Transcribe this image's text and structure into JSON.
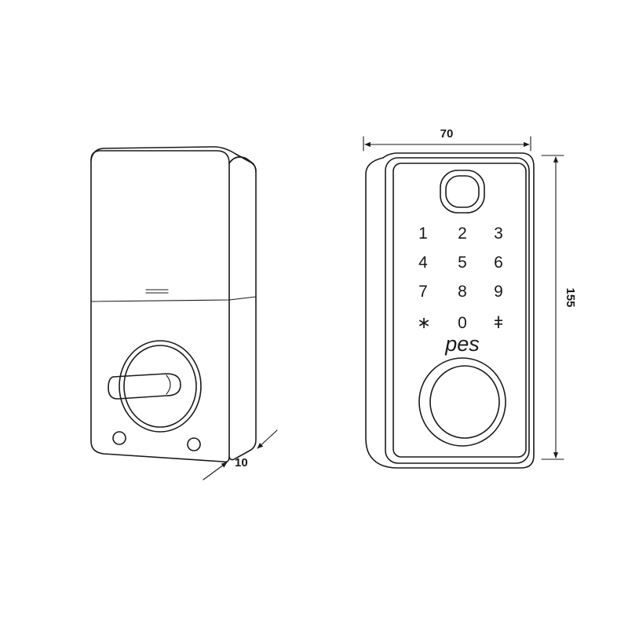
{
  "dimensions": {
    "width": "70",
    "height": "155",
    "depth": "10"
  },
  "brand": "pes",
  "keypad": {
    "row1": [
      "1",
      "2",
      "3"
    ],
    "row2": [
      "4",
      "5",
      "6"
    ],
    "row3": [
      "7",
      "8",
      "9"
    ],
    "row4": [
      "∗",
      "0",
      "ǂ"
    ]
  },
  "icons": {
    "fingerprint": "fingerprint-sensor-icon",
    "knob": "thumb-turn-icon",
    "screws": "screw-hole-icon"
  },
  "colors": {
    "stroke": "#1a1a1a",
    "background": "#ffffff"
  }
}
